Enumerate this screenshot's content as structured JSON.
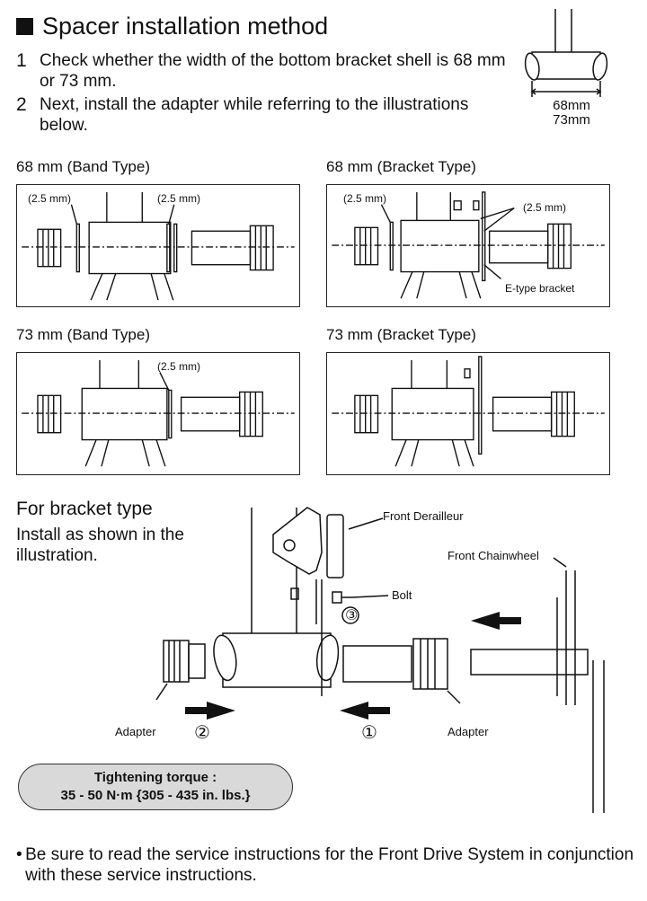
{
  "heading": "Spacer installation method",
  "steps": [
    {
      "num": "1",
      "text": "Check whether the width of the bottom bracket shell is 68 mm or 73 mm."
    },
    {
      "num": "2",
      "text": "Next, install the adapter while referring to the illustrations below."
    }
  ],
  "shell_figure": {
    "width_a": "68mm",
    "width_b": "73mm"
  },
  "panels": {
    "band68": {
      "label": "68 mm (Band Type)",
      "spacer_left": "(2.5 mm)",
      "spacer_right": "(2.5 mm)"
    },
    "bracket68": {
      "label": "68 mm (Bracket Type)",
      "spacer_left": "(2.5 mm)",
      "spacer_right": "(2.5 mm)",
      "bracket": "E-type bracket"
    },
    "band73": {
      "label": "73 mm (Band Type)",
      "spacer": "(2.5 mm)"
    },
    "bracket73": {
      "label": "73 mm (Bracket Type)"
    }
  },
  "bracket_section": {
    "title": "For bracket type",
    "subtitle": "Install as shown in the illustration.",
    "labels": {
      "front_derailleur": "Front Derailleur",
      "front_chainwheel": "Front Chainwheel",
      "bolt": "Bolt",
      "adapter_left": "Adapter",
      "adapter_right": "Adapter",
      "step1": "①",
      "step2": "②",
      "step3": "③"
    }
  },
  "torque": {
    "line1": "Tightening torque :",
    "line2": "35 - 50 N·m {305 - 435 in. lbs.}"
  },
  "note": {
    "bullet": "•",
    "text": "Be sure to read the service instructions for the Front Drive System in conjunction with these service instructions."
  }
}
